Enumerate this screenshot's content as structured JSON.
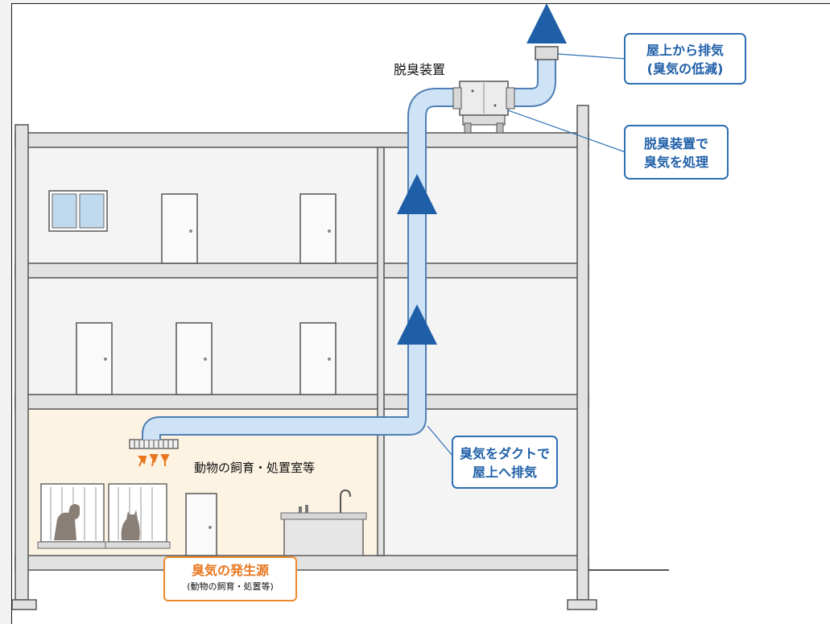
{
  "labels": {
    "device_title": "脱臭装置",
    "room_label": "動物の飼育・処置室等"
  },
  "callouts": {
    "roof_exhaust": {
      "line1": "屋上から排気",
      "line2": "(臭気の低減)"
    },
    "treatment": {
      "line1": "脱臭装置で",
      "line2": "臭気を処理"
    },
    "duct": {
      "line1": "臭気をダクトで",
      "line2": "屋上へ排気"
    }
  },
  "source": {
    "title": "臭気の発生源",
    "subtitle": "(動物の飼育・処置等)"
  },
  "colors": {
    "duct_fill": "#cfe3f6",
    "arrow": "#1f5fa8",
    "callout_border": "#2f6fb3",
    "source_border": "#ef8a2c",
    "source_text": "#e8761e",
    "room_highlight": "#fdf3e3",
    "wall": "#e9e9ea"
  }
}
